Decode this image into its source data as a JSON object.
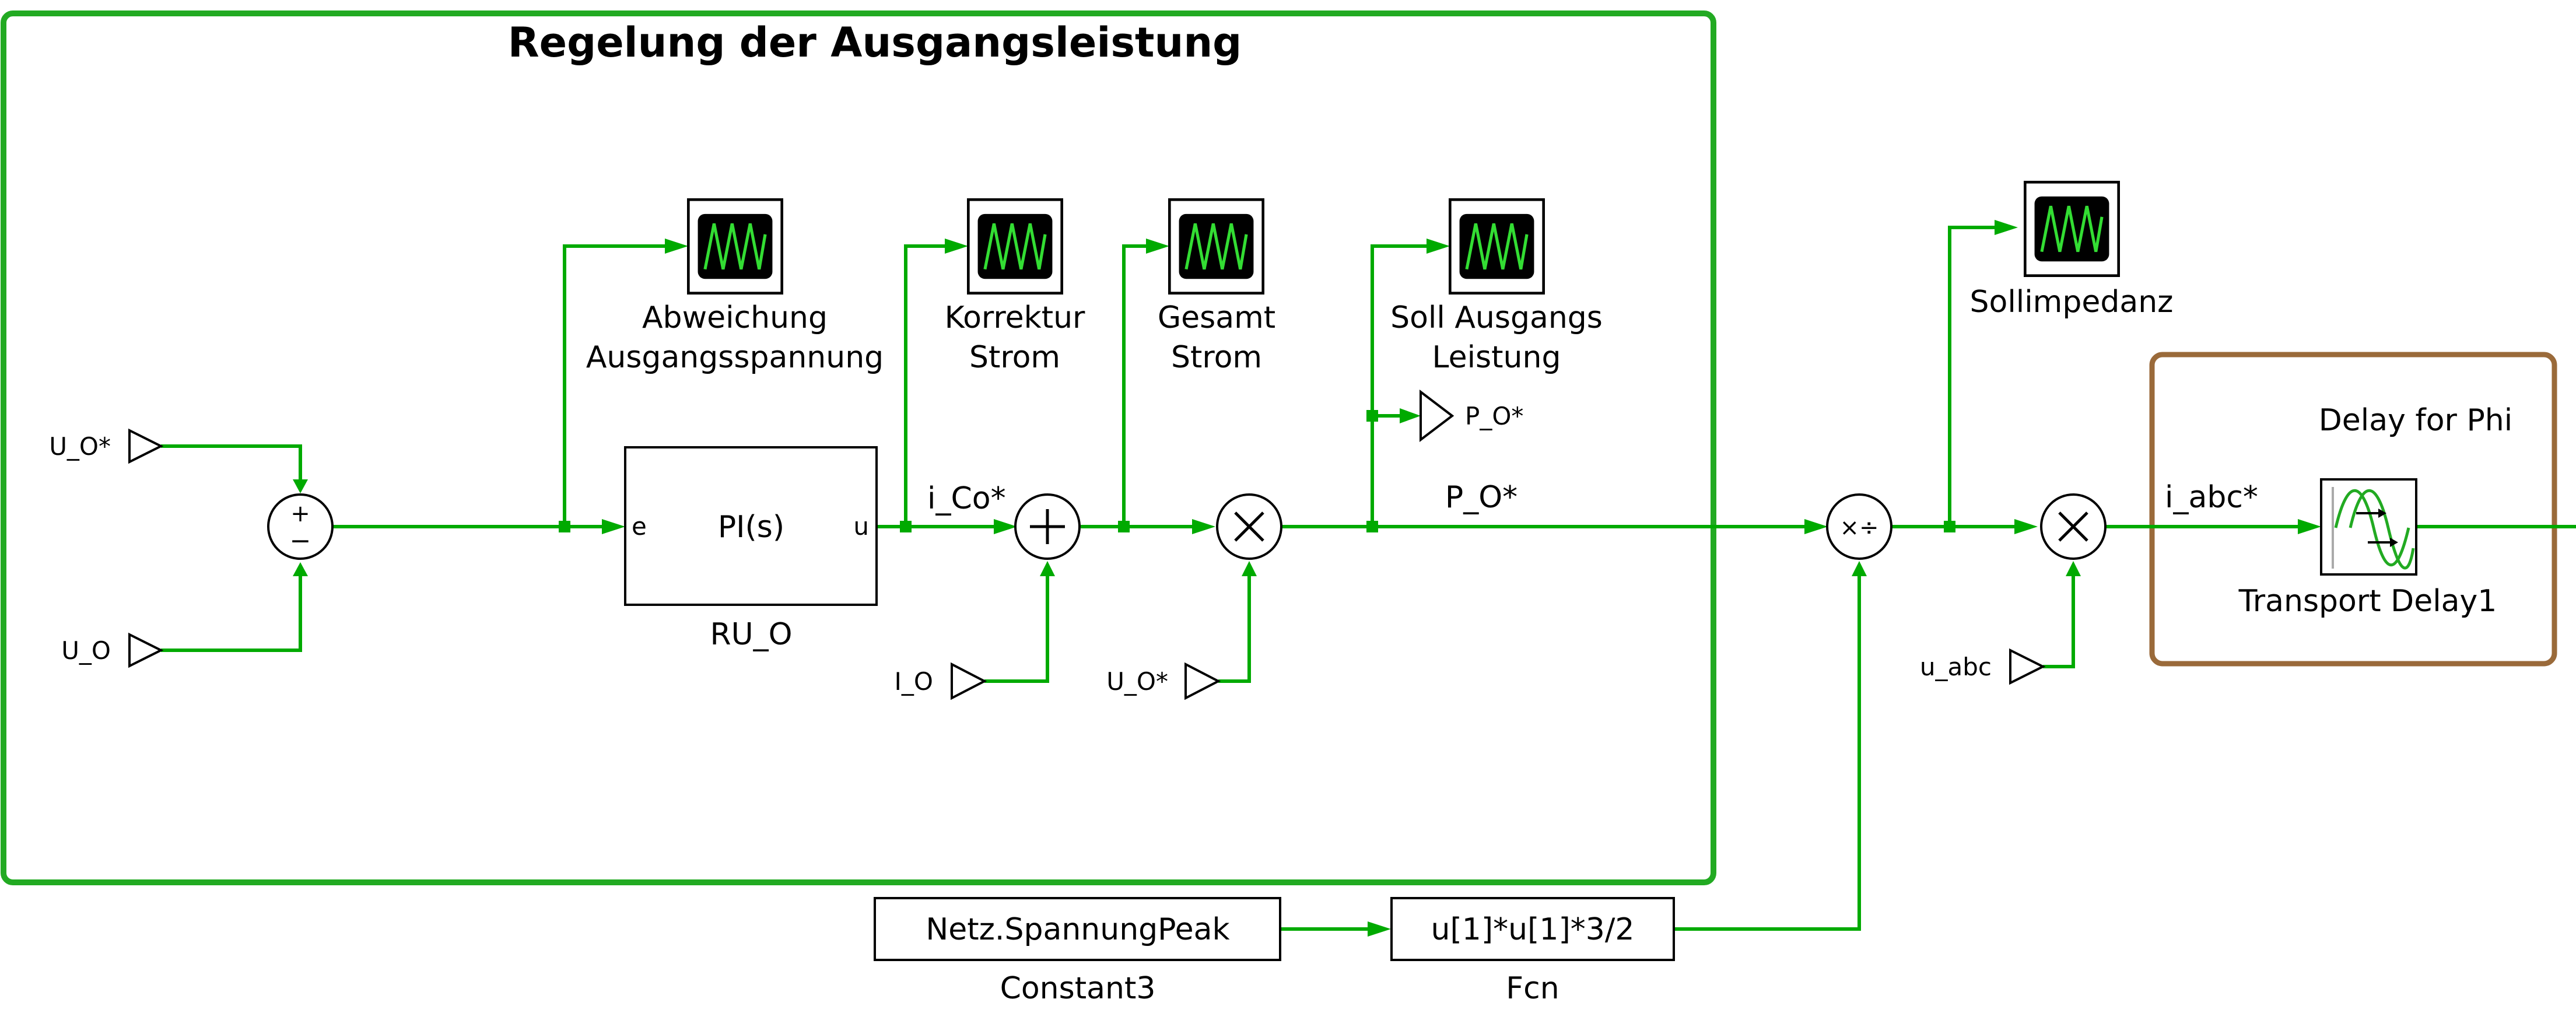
{
  "colors": {
    "signal_line": "#00aa00",
    "subsystem_border": "#22aa22",
    "delay_border": "#9a6a3a",
    "scope_screen": "#000000",
    "scope_trace": "#33dd33"
  },
  "subsystem": {
    "title": "Regelung der Ausgangsleistung"
  },
  "delay_area": {
    "title": "Delay for Phi"
  },
  "inports": {
    "uo_star_1": "U_O*",
    "uo": "U_O",
    "io": "I_O",
    "uo_star_2": "U_O*",
    "uabc": "u_abc"
  },
  "goto": {
    "po_star": "P_O*"
  },
  "sum1": {
    "sign_top": "+",
    "sign_bottom": "−"
  },
  "pi_block": {
    "name": "RU_O",
    "content": "PI(s)",
    "in_port": "e",
    "out_port": "u"
  },
  "scopes": {
    "abweichung": [
      "Abweichung",
      "Ausgangsspannung"
    ],
    "korrektur": [
      "Korrektur",
      "Strom"
    ],
    "gesamt": [
      "Gesamt",
      "Strom"
    ],
    "soll": [
      "Soll Ausgangs",
      "Leistung"
    ],
    "sollimpedanz": "Sollimpedanz"
  },
  "signals": {
    "ico": "i_Co*",
    "po": "P_O*",
    "iabc": "i_abc*"
  },
  "divide": {
    "symbol": "×÷"
  },
  "constant": {
    "value": "Netz.SpannungPeak",
    "name": "Constant3"
  },
  "fcn": {
    "expr": "u[1]*u[1]*3/2",
    "name": "Fcn"
  },
  "transport_delay": {
    "name": "Transport Delay1"
  }
}
